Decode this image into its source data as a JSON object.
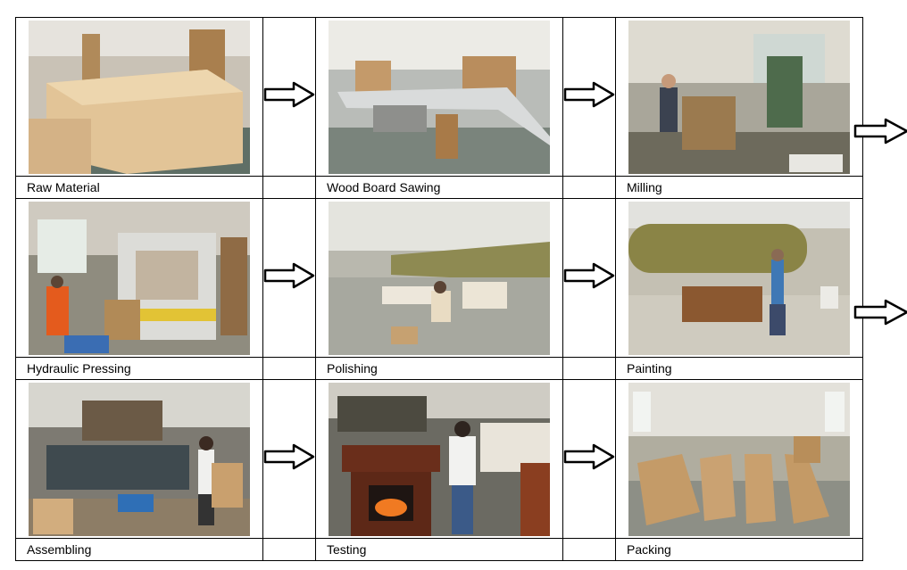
{
  "steps": [
    {
      "label": "Raw Material",
      "scene": "wood-stack-photo"
    },
    {
      "label": "Wood Board Sawing",
      "scene": "sawing-machine-photo"
    },
    {
      "label": "Milling",
      "scene": "milling-workshop-photo"
    },
    {
      "label": "Hydraulic Pressing",
      "scene": "hydraulic-press-photo"
    },
    {
      "label": "Polishing",
      "scene": "polishing-workshop-photo"
    },
    {
      "label": "Painting",
      "scene": "painting-room-photo"
    },
    {
      "label": "Assembling",
      "scene": "assembly-line-photo"
    },
    {
      "label": "Testing",
      "scene": "fireplace-testing-photo"
    },
    {
      "label": "Packing",
      "scene": "packing-boxes-photo"
    }
  ],
  "icons": {
    "arrow": "arrow-right-icon"
  },
  "colors": {
    "border": "#000000",
    "wood": "#d8b98c",
    "floor": "#6f7d74"
  }
}
